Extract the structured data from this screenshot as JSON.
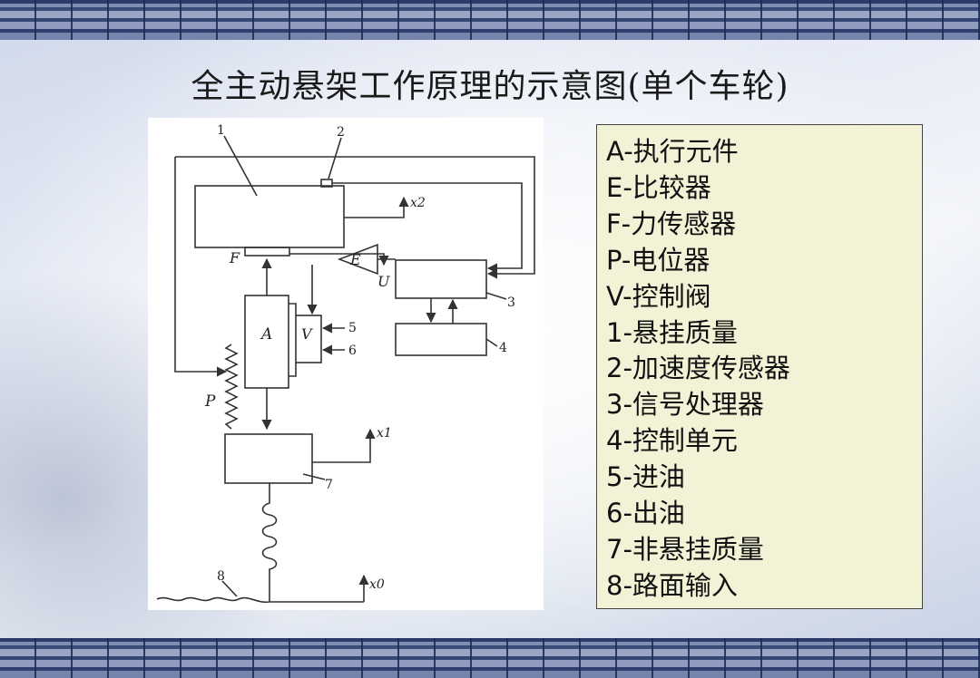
{
  "title": "全主动悬架工作原理的示意图(单个车轮)",
  "diagram": {
    "part_numbers": [
      "1",
      "2",
      "3",
      "4",
      "5",
      "6",
      "7",
      "8"
    ],
    "component_letters": [
      "A",
      "E",
      "U",
      "V",
      "F",
      "P"
    ],
    "displacement_labels": [
      "x2",
      "x1",
      "x0"
    ]
  },
  "legend": [
    "A-执行元件",
    "E-比较器",
    "F-力传感器",
    "P-电位器",
    "V-控制阀",
    "1-悬挂质量",
    "2-加速度传感器",
    "3-信号处理器",
    "4-控制单元",
    "5-进油",
    "6-出油",
    "7-非悬挂质量",
    "8-路面输入"
  ]
}
